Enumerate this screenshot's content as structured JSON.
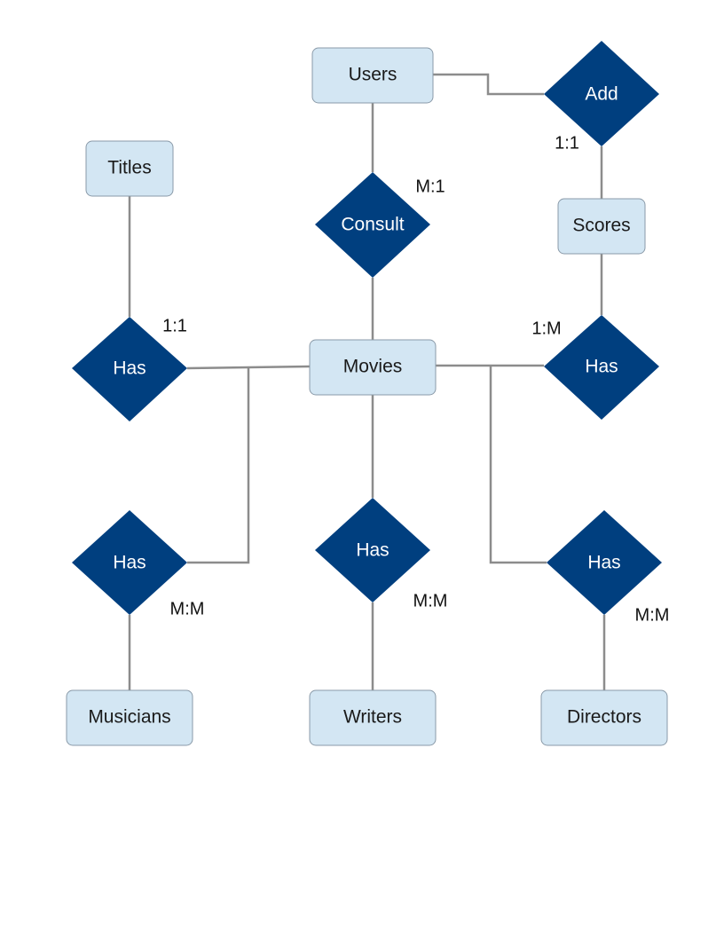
{
  "colors": {
    "entity_fill": "#d3e6f3",
    "relationship_fill": "#003f7f",
    "connector": "#8c8c8c"
  },
  "entities": {
    "users": "Users",
    "titles": "Titles",
    "scores": "Scores",
    "movies": "Movies",
    "musicians": "Musicians",
    "writers": "Writers",
    "directors": "Directors"
  },
  "relationships": {
    "add": {
      "label": "Add",
      "cardinality": "1:1"
    },
    "consult": {
      "label": "Consult",
      "cardinality": "M:1"
    },
    "has_titles": {
      "label": "Has",
      "cardinality": "1:1"
    },
    "has_scores": {
      "label": "Has",
      "cardinality": "1:M"
    },
    "has_musicians": {
      "label": "Has",
      "cardinality": "M:M"
    },
    "has_writers": {
      "label": "Has",
      "cardinality": "M:M"
    },
    "has_directors": {
      "label": "Has",
      "cardinality": "M:M"
    }
  }
}
